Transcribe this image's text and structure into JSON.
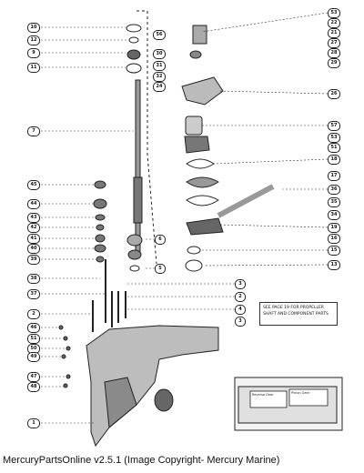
{
  "caption": "MercuryPartsOnline v2.5.1 (Image Copyright- Mercury Marine)",
  "note_text": [
    "SEE PAGE 19 FOR PROPELLER",
    "SHAFT AND COMPONENT PARTS"
  ],
  "callouts_left": [
    "10",
    "12",
    "9",
    "11",
    "7",
    "45",
    "44",
    "43",
    "42",
    "41",
    "40",
    "39",
    "38",
    "37",
    "2",
    "46",
    "51",
    "50",
    "49",
    "47",
    "48",
    "1"
  ],
  "callouts_right": [
    "53",
    "22",
    "21",
    "27",
    "28",
    "29",
    "26",
    "30",
    "31",
    "32",
    "24",
    "56",
    "57",
    "53",
    "51",
    "18",
    "17",
    "36",
    "35",
    "34",
    "19",
    "16",
    "15",
    "13"
  ],
  "callouts_center": [
    "6",
    "5",
    "3",
    "2",
    "4",
    "3"
  ],
  "inset_labels": [
    "Reverse Gear",
    "Pinion Gear"
  ]
}
